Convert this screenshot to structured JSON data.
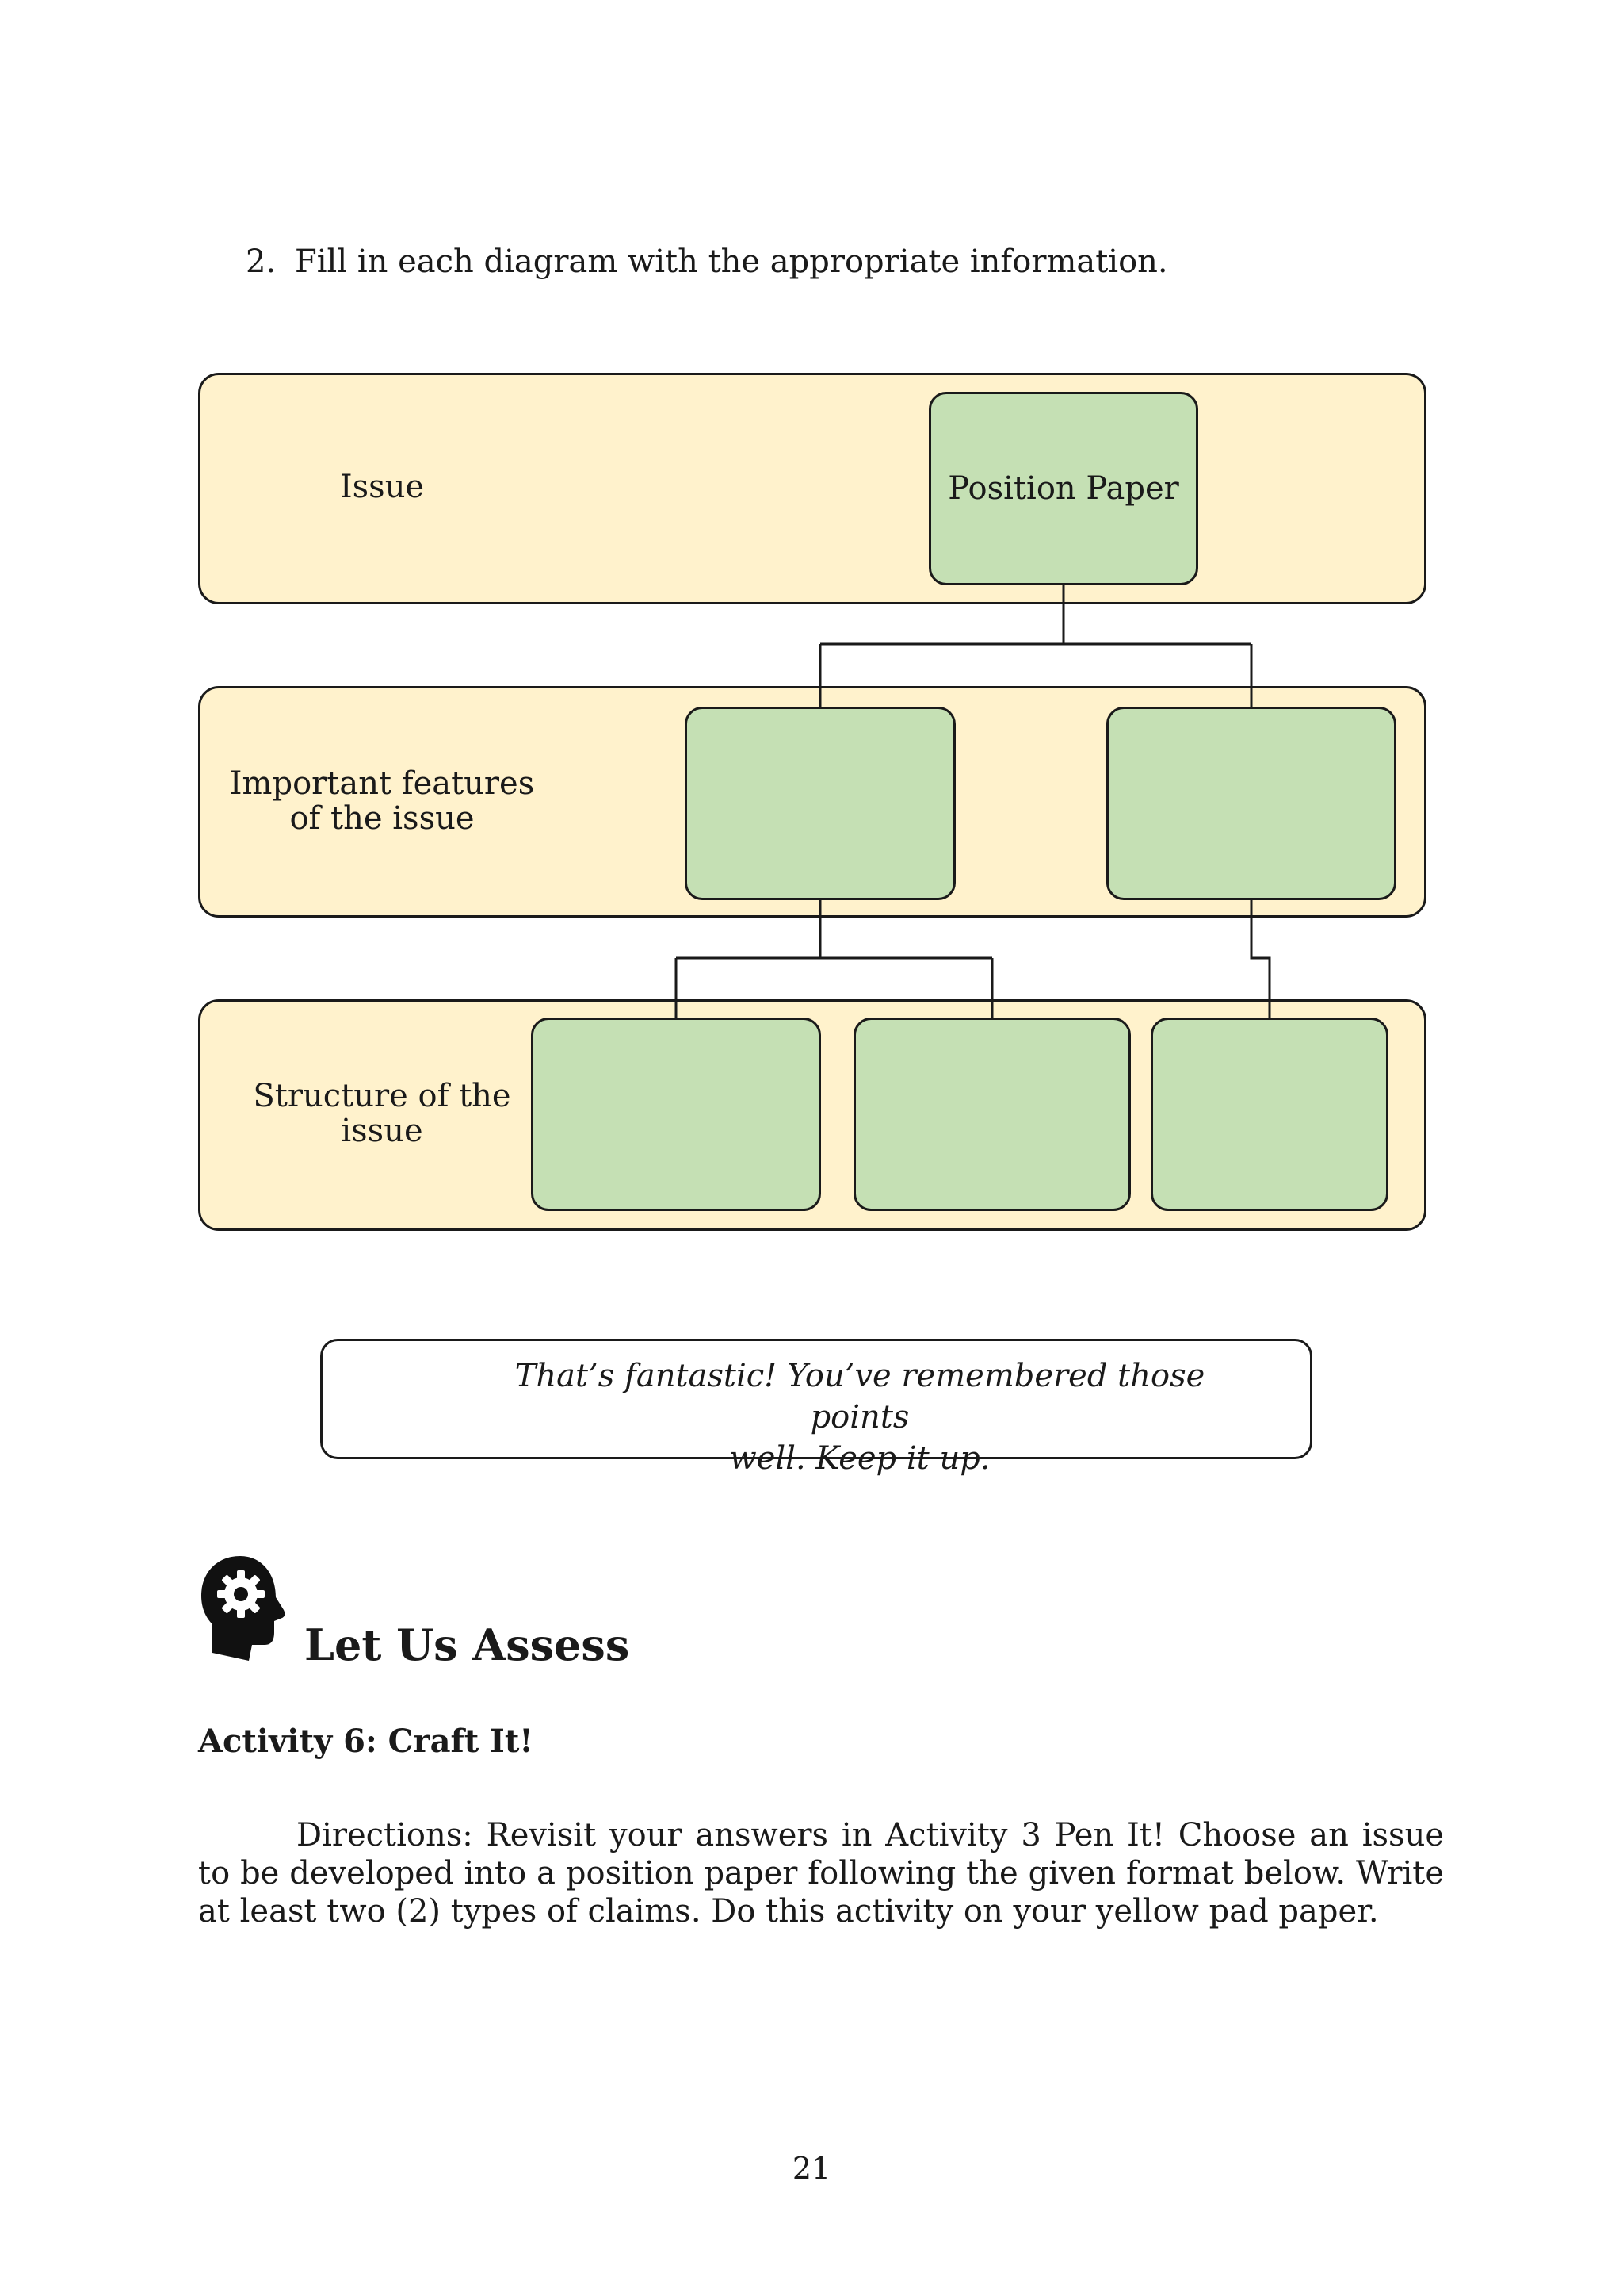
{
  "instruction": {
    "number": "2.",
    "text": "Fill in each diagram with the appropriate information."
  },
  "diagram": {
    "rows": [
      {
        "label": "Issue"
      },
      {
        "label_line1": "Important features",
        "label_line2": "of the issue"
      },
      {
        "label_line1": "Structure of the",
        "label_line2": "issue"
      }
    ],
    "root_box": "Position Paper",
    "colors": {
      "band_fill": "#fff2cc",
      "box_fill": "#c5e0b4",
      "stroke": "#1a1a1a"
    }
  },
  "callout": {
    "line1": "That’s fantastic! You’ve remembered those points",
    "line2": "well. Keep it up."
  },
  "section": {
    "icon": "head-gear-icon",
    "heading": "Let Us Assess"
  },
  "activity": {
    "title": "Activity 6: Craft It!",
    "directions": "Directions: Revisit your answers in Activity 3 Pen It! Choose an issue to be developed into a position paper following the given format below. Write at least two (2) types of claims. Do this activity on your yellow pad paper."
  },
  "page_number": "21"
}
